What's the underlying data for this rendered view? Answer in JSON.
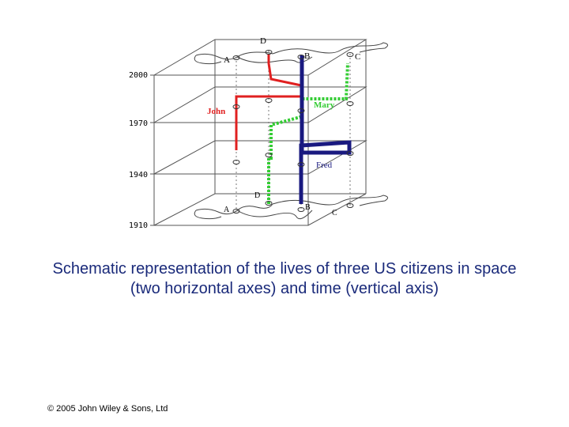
{
  "diagram": {
    "years": [
      "2000",
      "1970",
      "1940",
      "1910"
    ],
    "top_places": {
      "a": "A",
      "b": "B",
      "c": "C",
      "d": "D"
    },
    "bottom_places": {
      "a": "A",
      "b": "B",
      "c": "C",
      "d": "D"
    },
    "people": {
      "john": {
        "label": "John",
        "color": "#e02020"
      },
      "mary": {
        "label": "Mary",
        "color": "#33cc33"
      },
      "fred": {
        "label": "Fred",
        "color": "#1a1a80"
      }
    }
  },
  "caption": "Schematic representation of the lives of three US citizens in space (two horizontal axes) and time (vertical axis)",
  "copyright": "© 2005 John Wiley & Sons, Ltd"
}
